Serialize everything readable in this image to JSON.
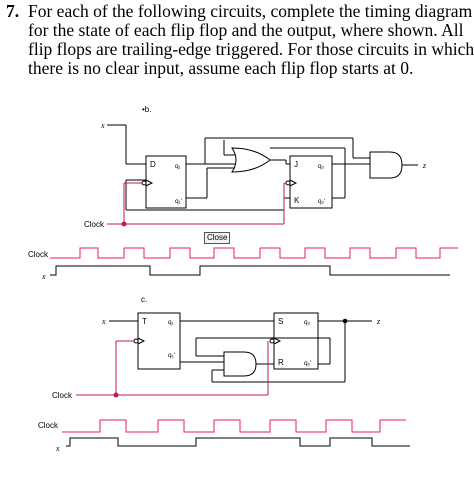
{
  "question": {
    "number": "7.",
    "lines": [
      "For each of the following circuits, complete the timing diagram",
      "for the state of each flip flop and the output, where shown. All",
      "flip flops are trailing-edge triggered. For those circuits in which",
      "there is no clear input, assume each flip flop starts at 0."
    ]
  },
  "circuit_b": {
    "label": "•b.",
    "x_label": "x",
    "clock_label": "Clock",
    "ff1": {
      "d": "D",
      "q": "q₁",
      "qn": "q₁'"
    },
    "ff2": {
      "j": "J",
      "k": "K",
      "q": "q₂",
      "qn": "q₂'"
    },
    "z_label": "z"
  },
  "tooltip": {
    "text": "Close"
  },
  "timing_b": {
    "clock_label": "Clock",
    "x_label": "x"
  },
  "circuit_c": {
    "label": "c.",
    "x_label": "x",
    "clock_label": "Clock",
    "ff1": {
      "t": "T",
      "q": "q₁",
      "qn": "q₁'"
    },
    "ff2": {
      "s": "S",
      "r": "R",
      "q": "q₂",
      "qn": "q₂'"
    },
    "z_label": "z"
  },
  "timing_c": {
    "clock_label": "Clock",
    "x_label": "x"
  },
  "colors": {
    "wire": "#000000",
    "clock_wire": "#c2185b",
    "clock_dot": "#c2185b"
  }
}
